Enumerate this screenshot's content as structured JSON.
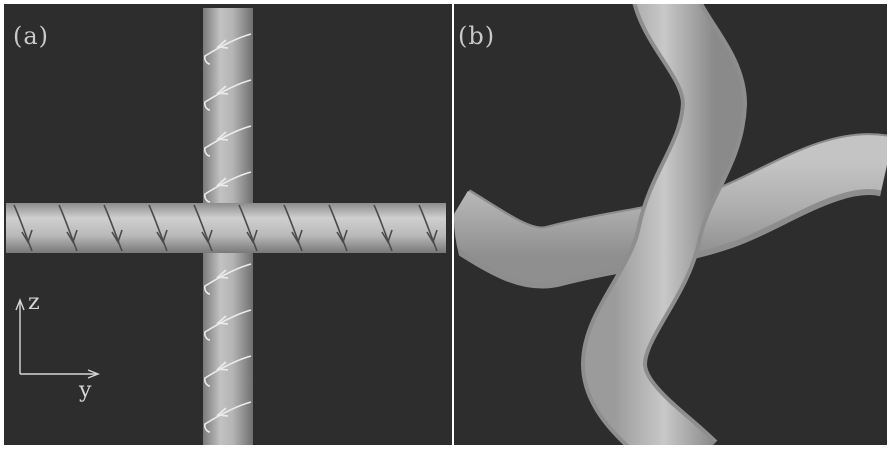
{
  "figure": {
    "panel_a": {
      "label": "(a)"
    },
    "panel_b": {
      "label": "(b)"
    },
    "axes": {
      "vertical_label": "z",
      "horizontal_label": "y"
    }
  },
  "colors": {
    "background": "#2d2d2d",
    "tube_light": "#d8d8d8",
    "tube_mid": "#a9a9a9",
    "tube_dark": "#6a6a6a",
    "helix_vertical": "#e6e6e6",
    "helix_horizontal": "#4a4a4a",
    "label": "#c9c9c9"
  }
}
